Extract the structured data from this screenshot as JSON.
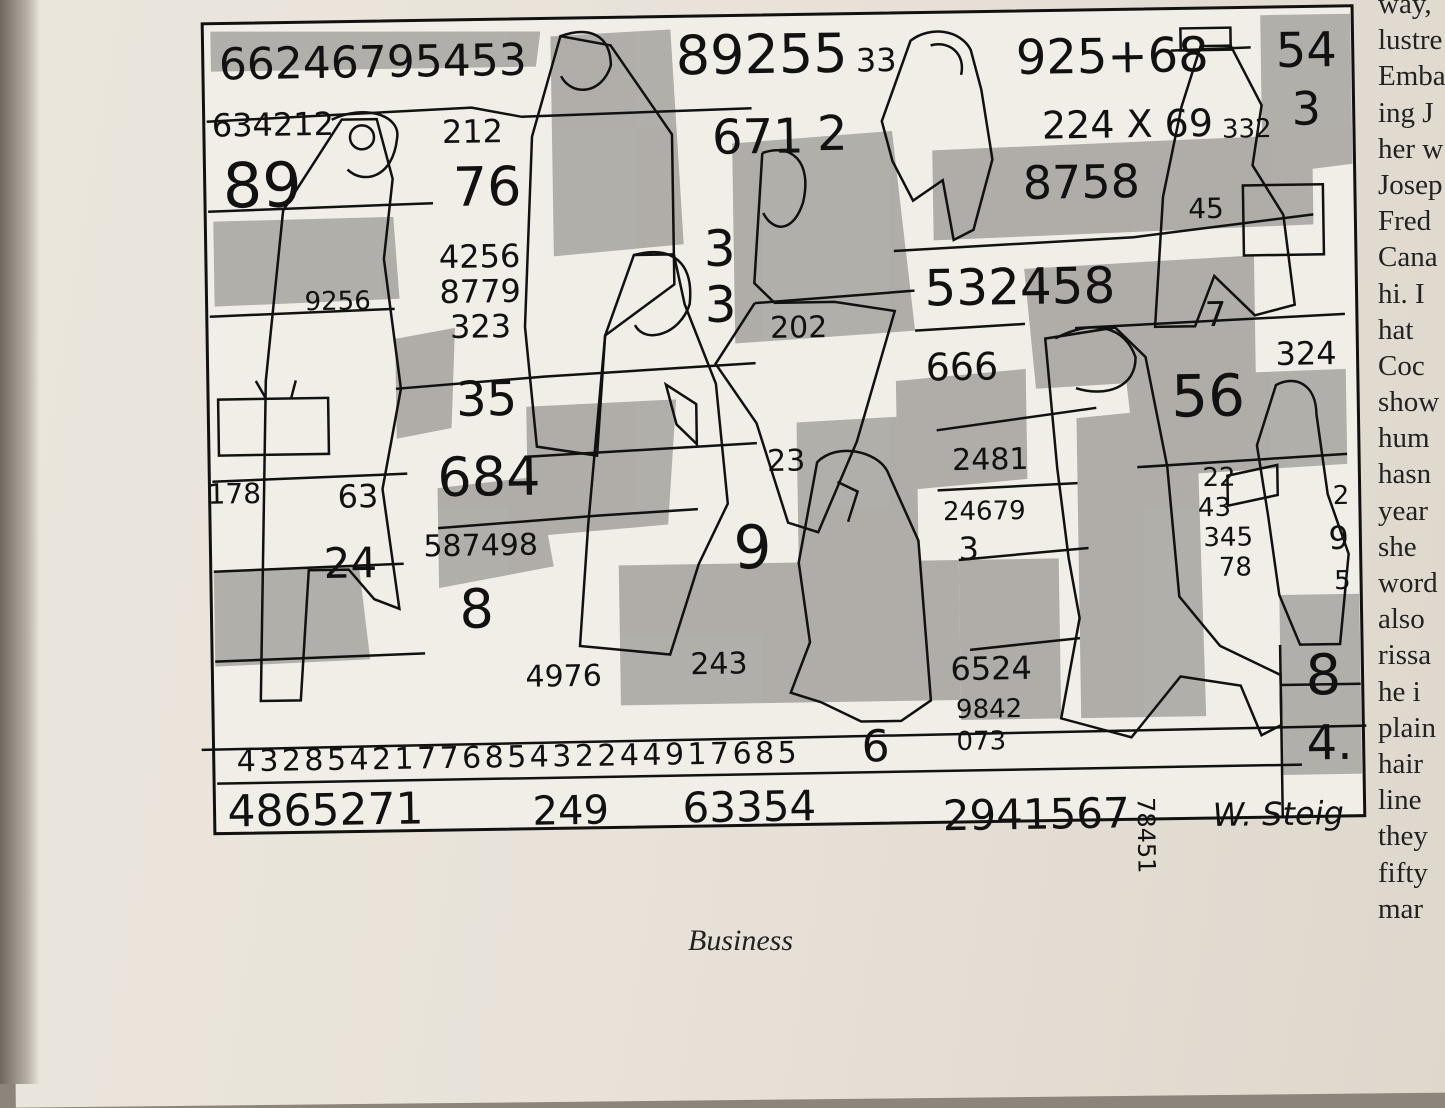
{
  "cartoon": {
    "title_caption": "Business",
    "signature": "W. Steig",
    "numbers": [
      "66246795453",
      "634212",
      "89",
      "212",
      "76",
      "89255",
      "671",
      "2",
      "33",
      "925+68",
      "224 X 69",
      "8758",
      "54",
      "3",
      "332",
      "45",
      "3",
      "3",
      "4256",
      "8779",
      "323",
      "9256",
      "35",
      "202",
      "532458",
      "7",
      "666",
      "56",
      "324",
      "684",
      "2481",
      "178",
      "63",
      "23",
      "24",
      "587498",
      "9",
      "24679",
      "3",
      "22",
      "43",
      "345",
      "78",
      "2",
      "9",
      "5",
      "8",
      "4976",
      "243",
      "6524",
      "9842",
      "073",
      "6",
      "8",
      "4.",
      "4328542177685432244917685",
      "4865271",
      "249",
      "63354",
      "2941567",
      "78451"
    ]
  },
  "right_column": {
    "lines": [
      "way,",
      "lustre",
      "Emba",
      "ing J",
      "her w",
      "Josep",
      "Fred",
      "Cana",
      "hi. I",
      "hat",
      "Coc",
      "show",
      "hum",
      "hasn",
      "year",
      "she",
      "word",
      "also",
      "rissa",
      "he i",
      "plain",
      "hair",
      "line",
      "they",
      "fifty",
      "mar"
    ]
  },
  "colors": {
    "paper": "#e9e4db",
    "ink": "#111111",
    "wash": "#a9a7a2",
    "background": "#8c857c"
  }
}
